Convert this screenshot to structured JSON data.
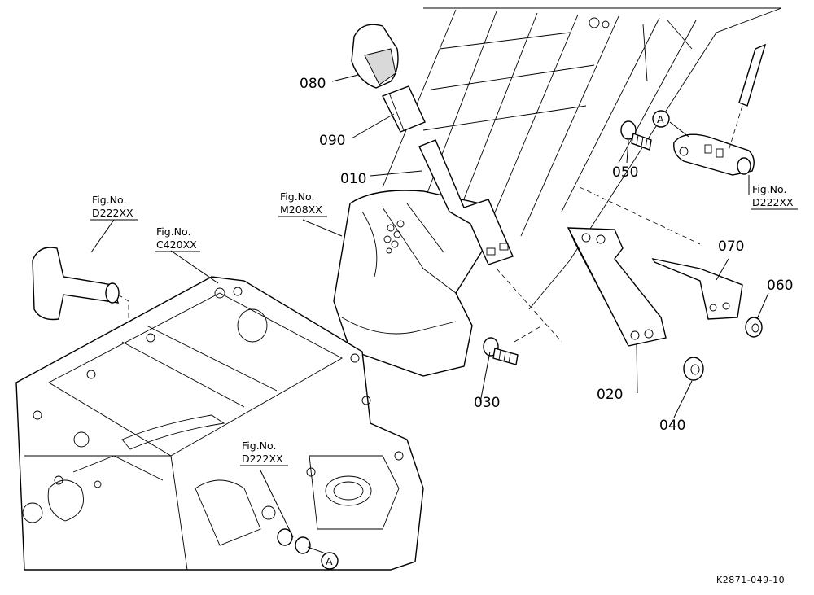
{
  "diagram": {
    "part_labels": {
      "p010": "010",
      "p020": "020",
      "p030": "030",
      "p040": "040",
      "p050": "050",
      "p060": "060",
      "p070": "070",
      "p080": "080",
      "p090": "090"
    },
    "references": {
      "fig_prefix": "Fig.No.",
      "ref_d222_left": "D222XX",
      "ref_c420": "C420XX",
      "ref_m208": "M208XX",
      "ref_d222_bottom": "D222XX",
      "ref_d222_right": "D222XX"
    },
    "callout_markers": {
      "a_top": "A",
      "a_bottom": "A"
    },
    "drawing_code": "K2871-049-10"
  }
}
